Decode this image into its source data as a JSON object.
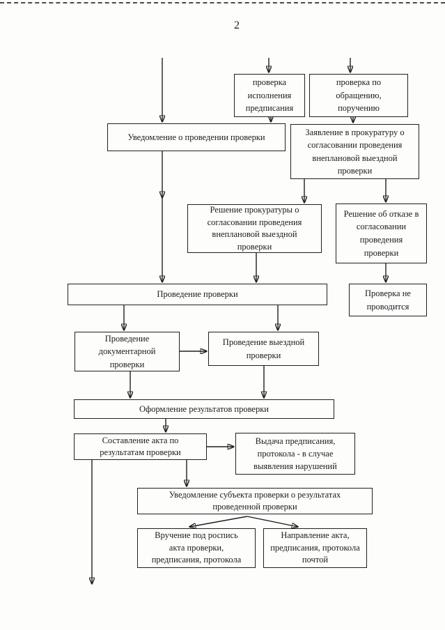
{
  "page": {
    "number": "2"
  },
  "colors": {
    "ink": "#1f1f1f",
    "paper": "#fdfdfc"
  },
  "diagram": {
    "nodes": {
      "check_prescription": {
        "label": "проверка\nисполнения\nпредписания"
      },
      "check_appeal": {
        "label": "проверка по\nобращению,\nпоручению"
      },
      "notification": {
        "label": "Уведомление о проведении проверки"
      },
      "application": {
        "label": "Заявление в прокуратуру о\nсогласовании проведения\nвнеплановой выездной\nпроверки"
      },
      "decision_approve": {
        "label": "Решение  прокуратуры о\nсогласовании проведения\nвнеплановой выездной\nпроверки"
      },
      "decision_refuse": {
        "label": "Решение об отказе в\nсогласовании\nпроведения\nпроверки"
      },
      "no_check": {
        "label": "Проверка не\nпроводится"
      },
      "conduct": {
        "label": "Проведение проверки"
      },
      "documentary": {
        "label": "Проведение\nдокументарной\nпроверки"
      },
      "onsite": {
        "label": "Проведение выездной\nпроверки"
      },
      "registration": {
        "label": "Оформление результатов проверки"
      },
      "act": {
        "label": "Составление акта по\nрезультатам  проверки"
      },
      "prescription": {
        "label": "Выдача предписания,\nпротокола - в случае\nвыявления нарушений"
      },
      "notify_subject": {
        "label": "Уведомление субъекта проверки о результатах\nпроведенной проверки"
      },
      "handover": {
        "label": "Вручение под роспись\nакта проверки,\nпредписания, протокола"
      },
      "mail": {
        "label": "Направление акта,\nпредписания, протокола\nпочтой"
      }
    }
  }
}
